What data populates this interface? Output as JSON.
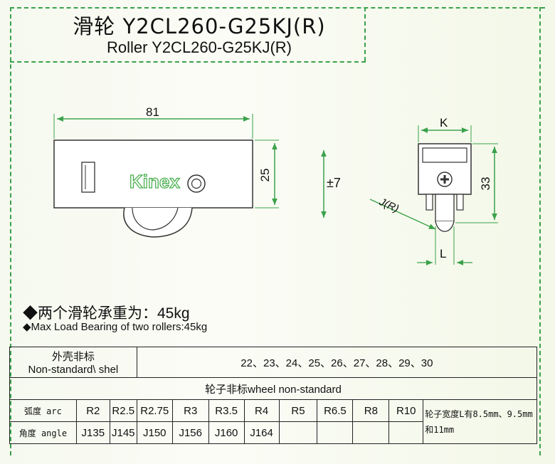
{
  "title": {
    "chinese": "滑轮 Y2CL260-G25KJ(R)",
    "english": "Roller Y2CL260-G25KJ(R)"
  },
  "drawing": {
    "brand": "Kinex",
    "dim_length": "81",
    "dim_height": "25",
    "dim_adjust": "±7",
    "dim_k": "K",
    "dim_33": "33",
    "dim_l": "L",
    "dim_j": "J(R)",
    "line_color": "#3aa24a",
    "brand_color": "#4caf50"
  },
  "load": {
    "chinese": "◆两个滑轮承重为：45kg",
    "english": "◆Max Load Bearing of two rollers:45kg"
  },
  "table": {
    "shell_label_cn": "外壳非标",
    "shell_label_en": "Non-standard\\ shel",
    "shell_values": "22、23、24、25、26、27、28、29、30",
    "wheel_header": "轮子非标wheel non-standard",
    "arc_label": "弧度 arc",
    "angle_label": "角度 angle",
    "arc_values": [
      "R2",
      "R2.5",
      "R2.75",
      "R3",
      "R3.5",
      "R4",
      "R5",
      "R6.5",
      "R8",
      "R10"
    ],
    "angle_values": [
      "J135",
      "J145",
      "J150",
      "J156",
      "J160",
      "J164",
      "",
      "",
      "",
      ""
    ],
    "width_note": "轮子宽度L有8.5mm、9.5mm和11mm"
  }
}
